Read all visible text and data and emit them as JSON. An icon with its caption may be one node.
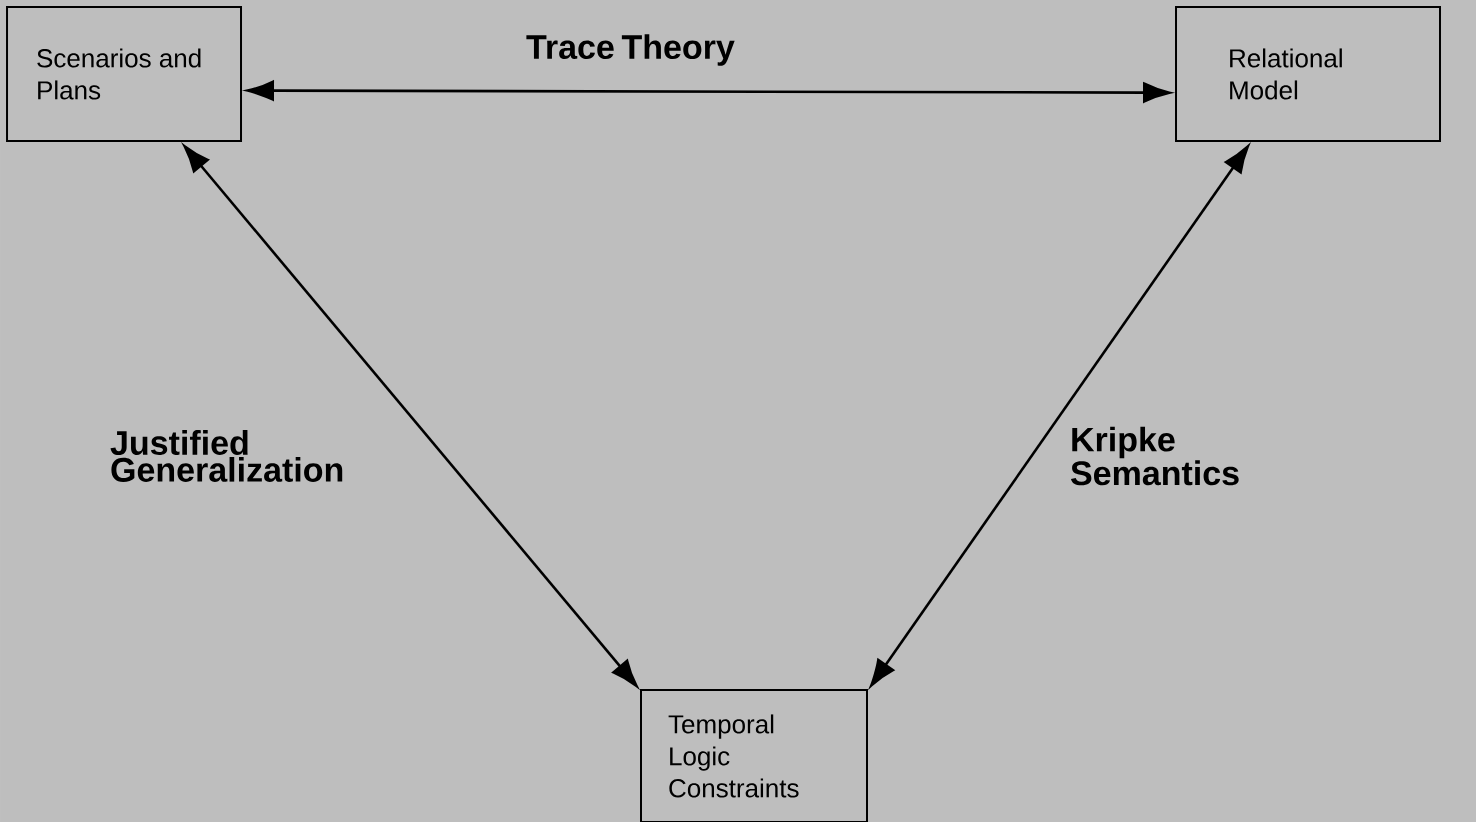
{
  "diagram": {
    "nodes": [
      {
        "text": [
          "Scenarios and Plans"
        ]
      },
      {
        "text": [
          "Relational Model"
        ]
      },
      {
        "text": [
          "Temporal Logic Constraints"
        ]
      }
    ],
    "edges": [
      {
        "from": 0,
        "to": 1,
        "arrow": "both",
        "label": "Trace Theory"
      },
      {
        "from": 0,
        "to": 2,
        "arrow": "both",
        "label": "Justified Generalization"
      },
      {
        "from": 1,
        "to": 2,
        "arrow": "both",
        "label": "Kripke Semantics"
      }
    ]
  }
}
